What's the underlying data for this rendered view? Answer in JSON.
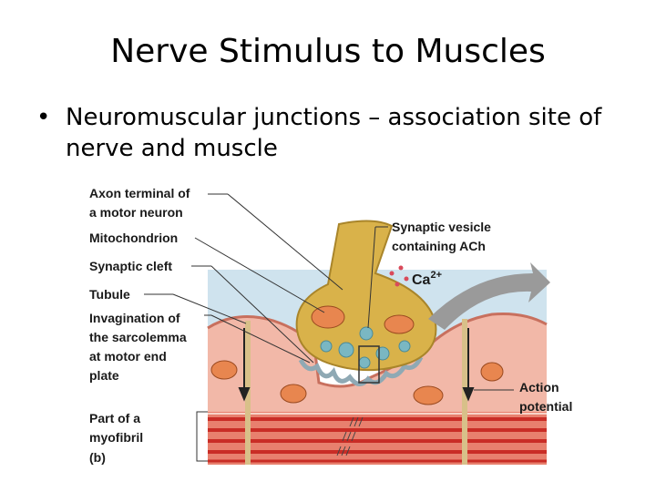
{
  "slide": {
    "title": "Nerve Stimulus to Muscles",
    "bullet": "Neuromuscular junctions – association site of nerve and muscle"
  },
  "figure": {
    "labels_left": {
      "axon_line1": "Axon terminal of",
      "axon_line2": "a motor neuron",
      "mitochondrion": "Mitochondrion",
      "synaptic_cleft": "Synaptic cleft",
      "tubule": "Tubule",
      "invag_line1": "Invagination of",
      "invag_line2": "the sarcolemma",
      "invag_line3": "at motor end",
      "invag_line4": "plate",
      "myofibril_line1": "Part of a",
      "myofibril_line2": "myofibril",
      "panel": "(b)"
    },
    "labels_right": {
      "vesicle_line1": "Synaptic vesicle",
      "vesicle_line2": "containing ACh",
      "calcium": "Ca",
      "calcium_charge": "2+",
      "action_line1": "Action",
      "action_line2": "potential"
    },
    "colors": {
      "extracellular": "#cfe3ee",
      "axon": "#d9b24a",
      "muscle": "#f2b8a8",
      "myofibril_band": "#d9453a",
      "vesicle": "#7ab7c2",
      "arrow": "#9a9a9a"
    }
  }
}
